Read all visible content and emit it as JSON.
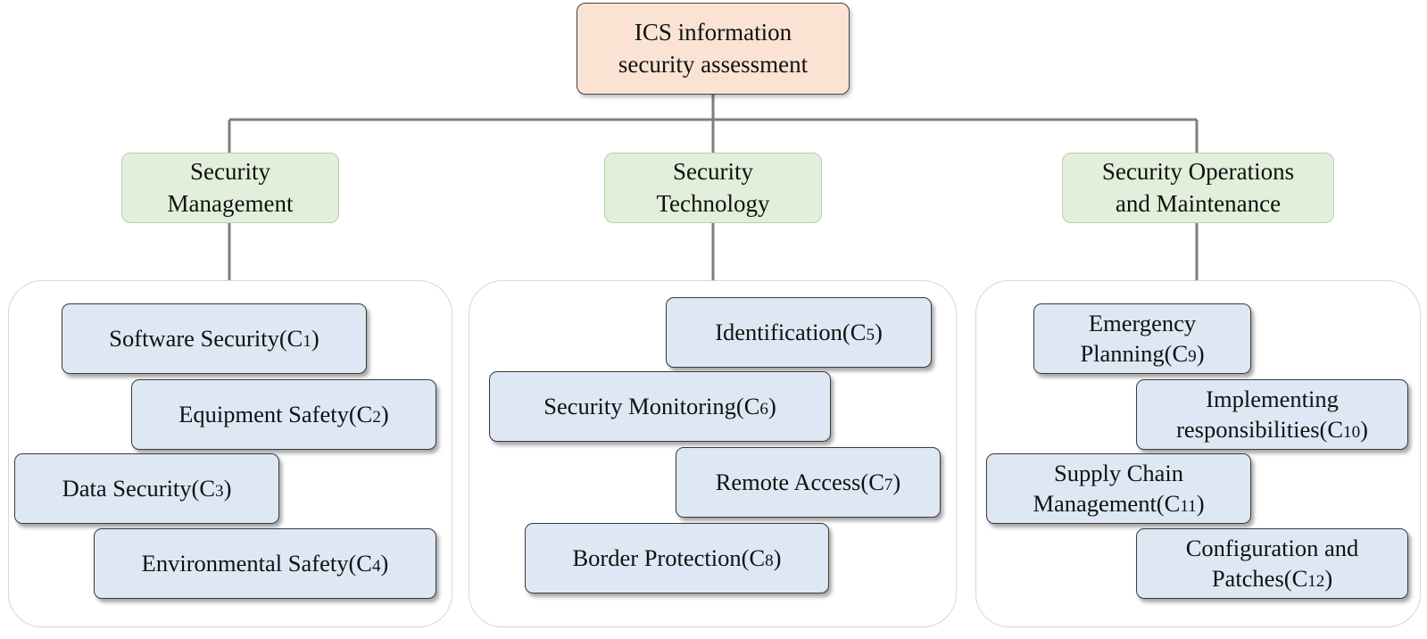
{
  "root": {
    "line1": "ICS information",
    "line2": "security assessment"
  },
  "categories": [
    {
      "line1": "Security",
      "line2": "Management"
    },
    {
      "line1": "Security",
      "line2": "Technology"
    },
    {
      "line1": "Security Operations",
      "line2": "and Maintenance"
    }
  ],
  "indicators": [
    {
      "label": "Software Security(C",
      "sub": "1",
      "close": ")"
    },
    {
      "label": "Equipment Safety(C",
      "sub": "2",
      "close": ")"
    },
    {
      "label": "Data Security(C",
      "sub": "3",
      "close": ")"
    },
    {
      "label": "Environmental Safety(C",
      "sub": "4",
      "close": ")"
    },
    {
      "label": "Identification(C",
      "sub": "5",
      "close": ")"
    },
    {
      "label": "Security Monitoring(C",
      "sub": "6",
      "close": ")"
    },
    {
      "label": "Remote Access(C",
      "sub": "7",
      "close": ")"
    },
    {
      "label": "Border Protection(C",
      "sub": "8",
      "close": ")"
    },
    {
      "line1": "Emergency",
      "label": "Planning(C",
      "sub": "9",
      "close": ")"
    },
    {
      "line1": "Implementing",
      "label": "responsibilities(C",
      "sub": "10",
      "close": ")"
    },
    {
      "line1": "Supply Chain",
      "label": "Management(C",
      "sub": "11",
      "close": ")"
    },
    {
      "line1": "Configuration and",
      "label": "Patches(C",
      "sub": "12",
      "close": ")"
    }
  ],
  "colors": {
    "root_fill": "#fbe3d3",
    "category_fill": "#e2efda",
    "indicator_fill": "#dde8f4",
    "connector": "#7f7f7f"
  }
}
